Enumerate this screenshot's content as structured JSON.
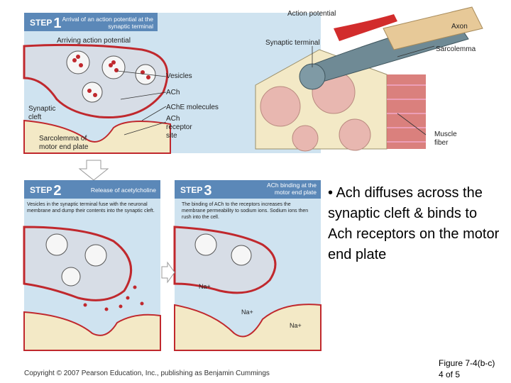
{
  "step1": {
    "step_label": "STEP",
    "step_number": "1",
    "title": "Arrival of an action potential at the synaptic terminal",
    "labels": {
      "action_potential": "Action potential",
      "axon": "Axon",
      "arriving_action_potential": "Arriving action potential",
      "synaptic_terminal": "Synaptic terminal",
      "sarcolemma": "Sarcolemma",
      "vesicles": "Vesicles",
      "ach": "ACh",
      "synaptic_cleft": "Synaptic cleft",
      "ache_molecules": "AChE molecules",
      "ach_receptor_site": "ACh receptor site",
      "sarcolemma_motor_end_plate": "Sarcolemma of motor end plate",
      "muscle_fiber": "Muscle fiber"
    }
  },
  "step2": {
    "step_label": "STEP",
    "step_number": "2",
    "title": "Release of acetylcholine",
    "description": "Vesicles in the synaptic terminal fuse with the neuronal membrane and dump their contents into the synaptic cleft."
  },
  "step3": {
    "step_label": "STEP",
    "step_number": "3",
    "title": "ACh binding at the motor end plate",
    "description": "The binding of ACh to the receptors increases the membrane permeability to sodium ions. Sodium ions then rush into the cell.",
    "ion_label": "Na+"
  },
  "side_text": "• Ach diffuses across the synaptic cleft & binds to Ach receptors on the motor end plate",
  "copyright": "Copyright © 2007 Pearson Education, Inc., publishing as Benjamin Cummings",
  "figure_ref": {
    "line1": "Figure 7-4(b-c)",
    "line2": "4 of 5"
  },
  "colors": {
    "panel_bg": "#cfe3f0",
    "header_blue": "#5b88b8",
    "vesicle_red": "#c0282d",
    "muscle": "#e8b7b0",
    "sarcoplasm": "#f3e9c6"
  }
}
